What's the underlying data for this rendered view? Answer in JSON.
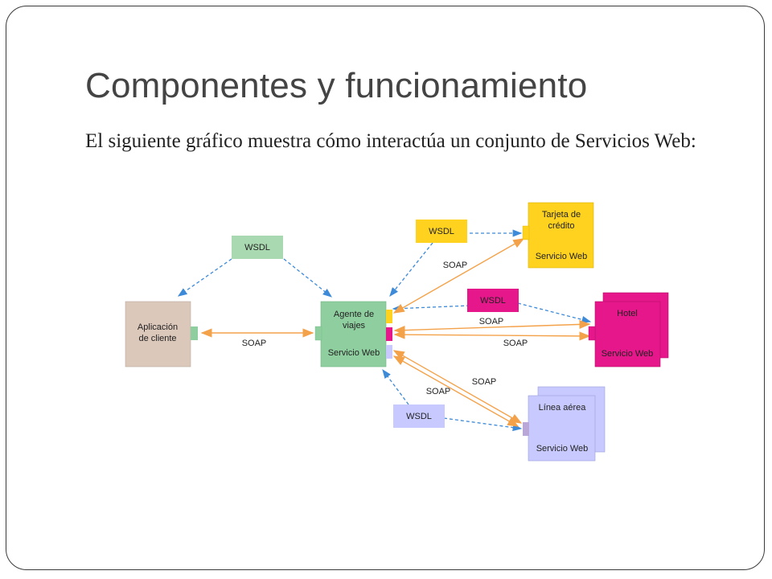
{
  "slide": {
    "title": "Componentes y funcionamiento",
    "body": "El siguiente gráfico muestra cómo interactúa un conjunto de Servicios Web:"
  },
  "diagram": {
    "colors": {
      "client": "#dcc8bb",
      "agent": "#8fcf9f",
      "wsdl_green": "#a9d9b0",
      "card": "#ffd21f",
      "hotel": "#e5178a",
      "airline": "#c8caff",
      "airline_port": "#b9a7d8",
      "soap_arrow": "#f4a24a",
      "wsdl_arrow": "#3c8ad8"
    },
    "wsdl_label": "WSDL",
    "soap_label": "SOAP",
    "client": {
      "line1": "Aplicación",
      "line2": "de cliente"
    },
    "agent": {
      "line1": "Agente de",
      "line2": "viajes",
      "footer": "Servicio Web"
    },
    "card": {
      "line1": "Tarjeta de",
      "line2": "crédito",
      "footer": "Servicio Web"
    },
    "hotel": {
      "line1": "Hotel",
      "footer": "Servicio Web"
    },
    "airline": {
      "line1": "Línea aérea",
      "footer": "Servicio Web"
    }
  }
}
